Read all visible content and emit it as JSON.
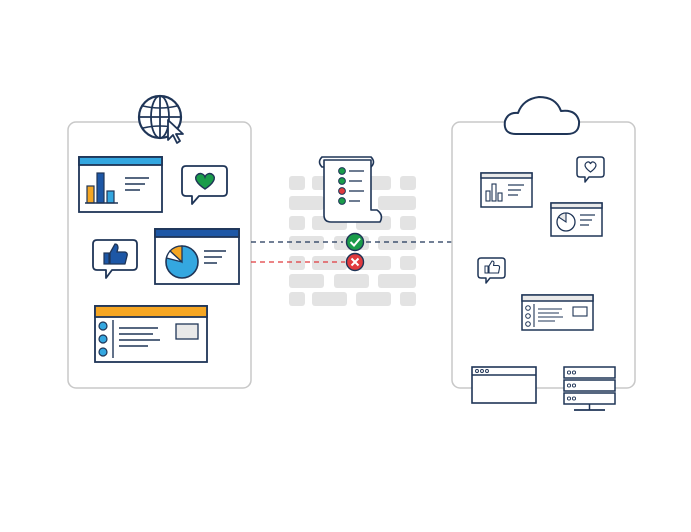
{
  "colors": {
    "navy": "#1f3557",
    "blue": "#1d57a6",
    "sky": "#34a7e0",
    "orange": "#f5a623",
    "green": "#1a9c4a",
    "red": "#e03a3e",
    "brick": "#e3e3e3",
    "panel_border": "#c8c8c8"
  },
  "icons": {
    "globe": "globe-icon",
    "cursor": "cursor-icon",
    "cloud": "cloud-icon",
    "scroll": "policy-scroll-icon",
    "check": "check-icon",
    "cross": "cross-icon",
    "heart": "heart-icon",
    "thumbs_up": "thumbs-up-icon",
    "server": "server-rack-icon",
    "browser": "browser-window-icon"
  },
  "flows": [
    {
      "name": "allowed",
      "status": "allowed",
      "color": "#1f3557"
    },
    {
      "name": "blocked",
      "status": "blocked",
      "color": "#e03a3e"
    }
  ]
}
